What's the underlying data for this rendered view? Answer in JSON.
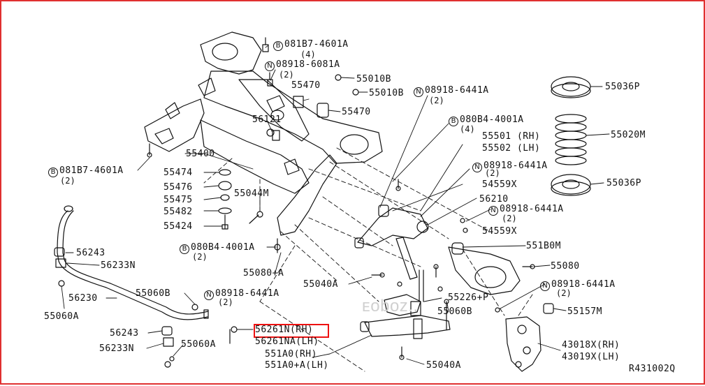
{
  "accent_color": "#e03030",
  "highlight": {
    "part": "56261N(RH)"
  },
  "callouts": [
    {
      "sym": "B",
      "code": "081B7-4601A",
      "qty": "(4)"
    },
    {
      "sym": "N",
      "code": "08918-6081A",
      "qty": "(2)"
    },
    {
      "code": "55010B"
    },
    {
      "code": "55010B"
    },
    {
      "code": "55470"
    },
    {
      "code": "55470"
    },
    {
      "sym": "N",
      "code": "08918-6441A",
      "qty": "(2)"
    },
    {
      "code": "56121"
    },
    {
      "sym": "B",
      "code": "080B4-4001A",
      "qty": "(4)"
    },
    {
      "code": "55501 (RH)"
    },
    {
      "code": "55502 (LH)"
    },
    {
      "sym": "N",
      "code": "08918-6441A",
      "qty": "(2)"
    },
    {
      "code": "54559X"
    },
    {
      "code": "56210"
    },
    {
      "sym": "N",
      "code": "08918-6441A",
      "qty": "(2)"
    },
    {
      "code": "54559X"
    },
    {
      "code": "55400"
    },
    {
      "code": "55474"
    },
    {
      "code": "55476"
    },
    {
      "code": "55475"
    },
    {
      "code": "55482"
    },
    {
      "code": "55424"
    },
    {
      "code": "55044M"
    },
    {
      "sym": "B",
      "code": "081B7-4601A",
      "qty": "(2)"
    },
    {
      "sym": "B",
      "code": "080B4-4001A",
      "qty": "(2)"
    },
    {
      "code": "55080+A"
    },
    {
      "code": "55040A"
    },
    {
      "code": "56243"
    },
    {
      "code": "56233N"
    },
    {
      "code": "56230"
    },
    {
      "code": "55060A"
    },
    {
      "code": "55060B"
    },
    {
      "sym": "N",
      "code": "08918-6441A",
      "qty": "(2)"
    },
    {
      "code": "56243"
    },
    {
      "code": "56233N"
    },
    {
      "code": "55060A"
    },
    {
      "code": "56261N(RH)"
    },
    {
      "code": "56261NA(LH)"
    },
    {
      "code": "551A0(RH)"
    },
    {
      "code": "551A0+A(LH)"
    },
    {
      "code": "55040A"
    },
    {
      "code": "55226+P"
    },
    {
      "code": "55060B"
    },
    {
      "code": "551B0M"
    },
    {
      "code": "55080"
    },
    {
      "sym": "N",
      "code": "08918-6441A",
      "qty": "(2)"
    },
    {
      "code": "55157M"
    },
    {
      "code": "43018X(RH)"
    },
    {
      "code": "43019X(LH)"
    },
    {
      "code": "55036P"
    },
    {
      "code": "55020M"
    },
    {
      "code": "55036P"
    }
  ],
  "diagram_id": "R431002Q",
  "watermark": "ᴇoboz.."
}
